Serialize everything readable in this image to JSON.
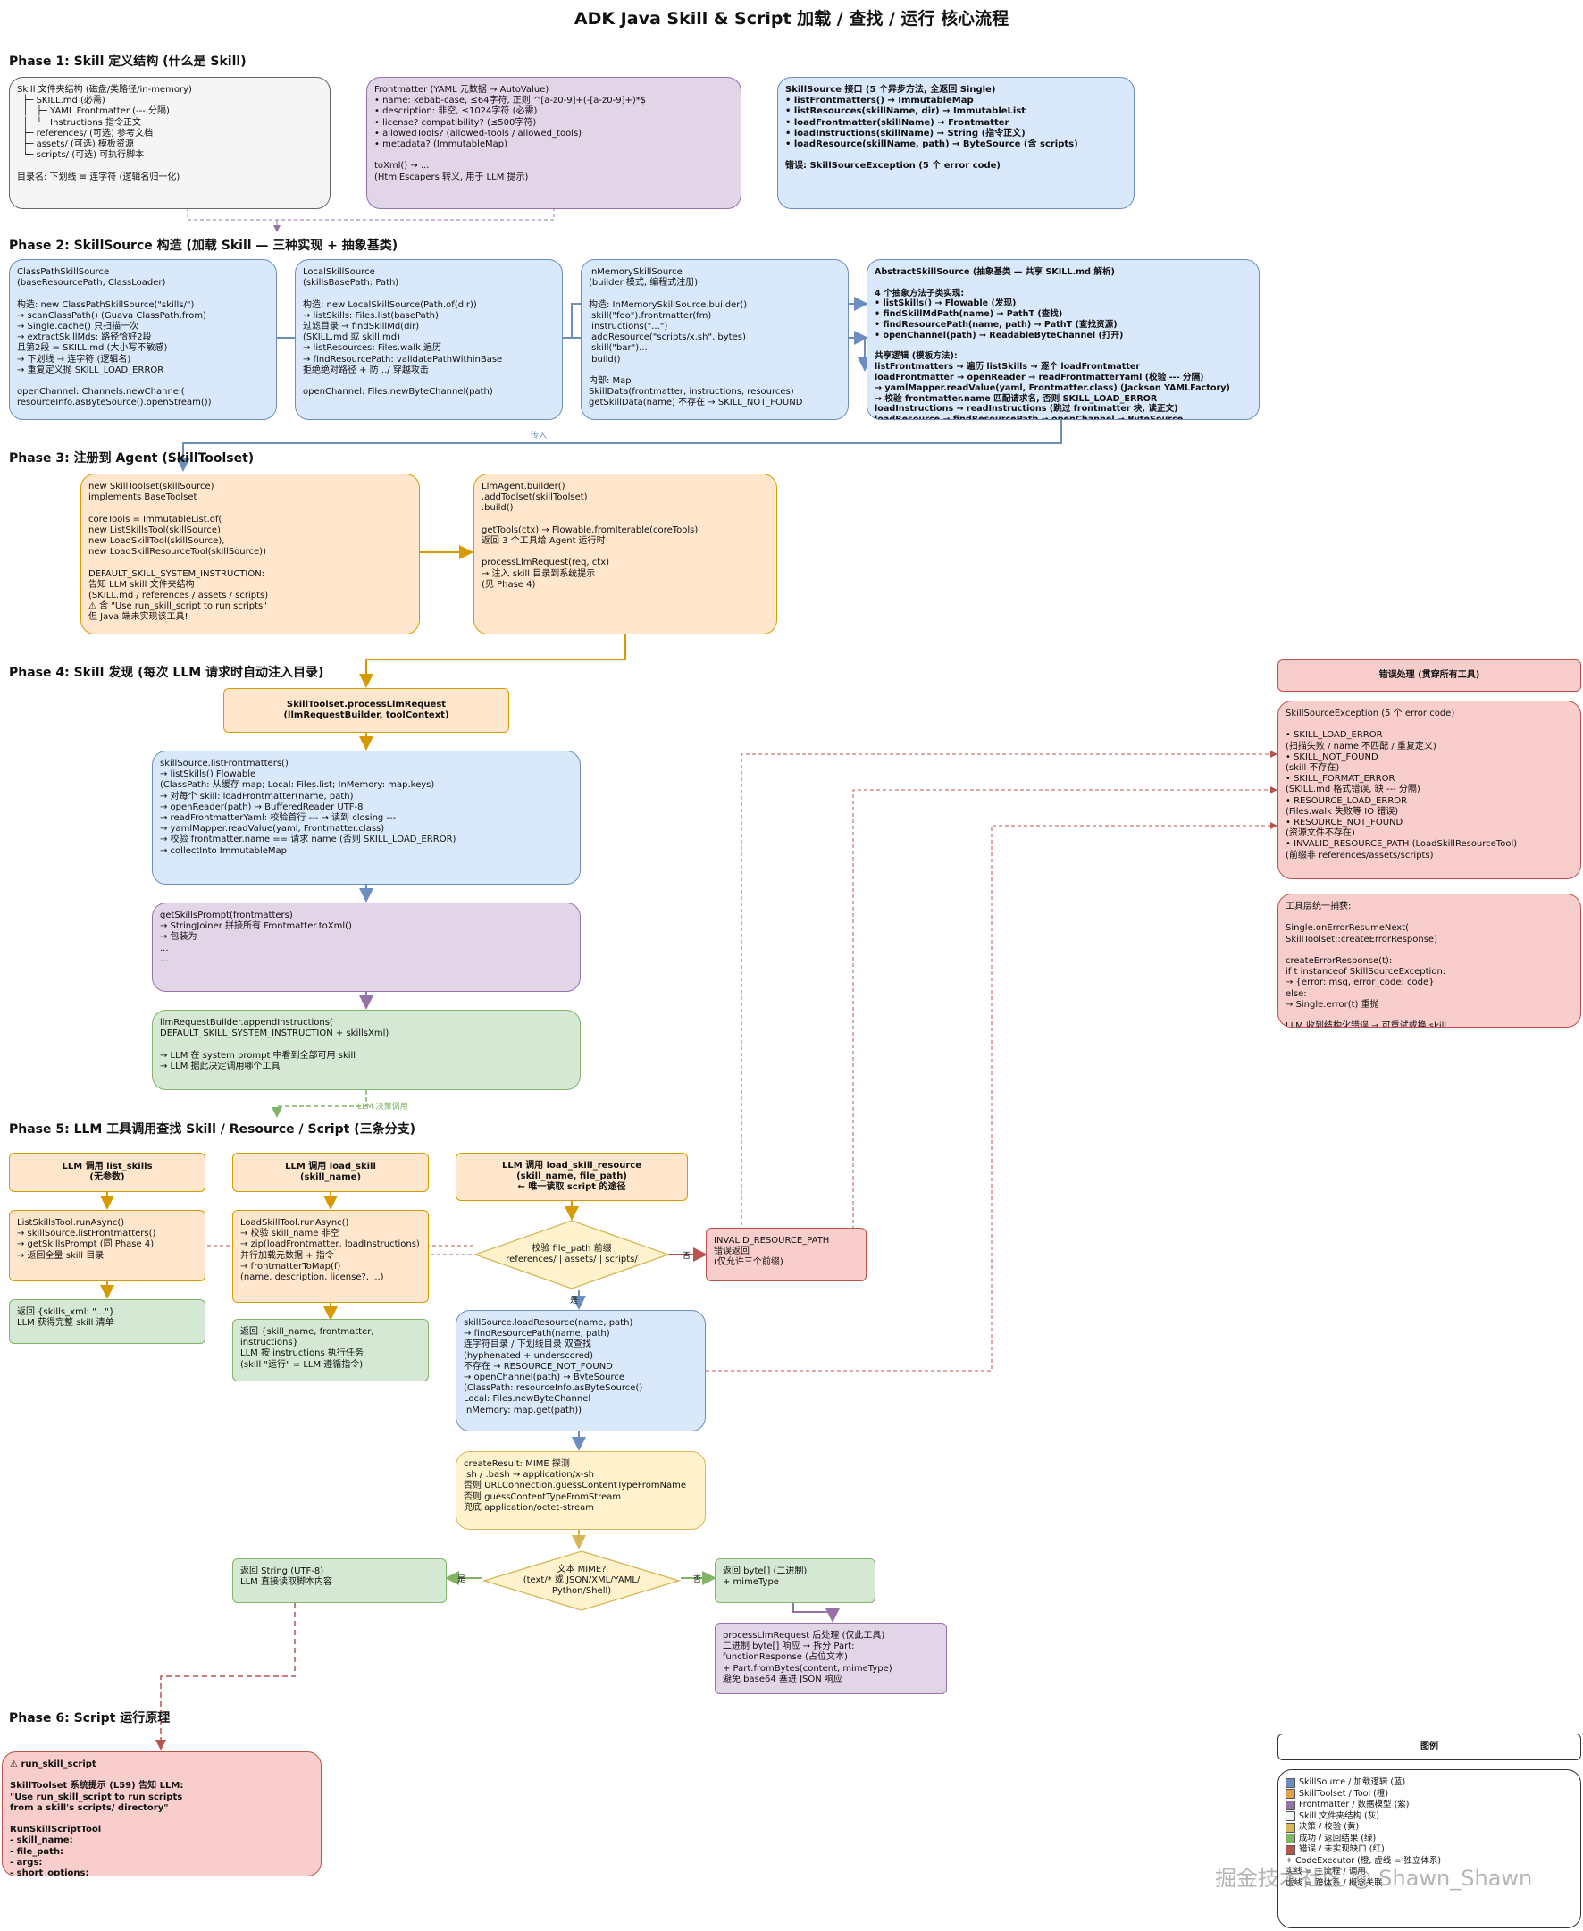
{
  "title": "ADK Java Skill & Script 加载 / 查找 / 运行 核心流程",
  "phases": {
    "p1": "Phase 1: Skill 定义结构 (什么是 Skill)",
    "p2": "Phase 2: SkillSource 构造 (加载 Skill — 三种实现 + 抽象基类)",
    "p3": "Phase 3: 注册到 Agent (SkillToolset)",
    "p4": "Phase 4: Skill 发现 (每次 LLM 请求时自动注入目录)",
    "p5": "Phase 5: LLM 工具调用查找 Skill / Resource / Script (三条分支)",
    "p6": "Phase 6: Script 运行原理"
  },
  "boxes": {
    "skill_folder": "Skill 文件夹结构 (磁盘/类路径/in-memory)\n  ├─ SKILL.md (必需)\n  │   ├─ YAML Frontmatter (--- 分隔)\n  │   └─ Instructions 指令正文\n  ├─ references/ (可选) 参考文档\n  ├─ assets/ (可选) 模板资源\n  └─ scripts/ (可选) 可执行脚本\n\n目录名: 下划线 ≡ 连字符 (逻辑名归一化)",
    "frontmatter": "Frontmatter (YAML 元数据 → AutoValue)\n• name: kebab-case, ≤64字符, 正则 ^[a-z0-9]+(-[a-z0-9]+)*$\n• description: 非空, ≤1024字符 (必需)\n• license? compatibility? (≤500字符)\n• allowedTools? (allowed-tools / allowed_tools)\n• metadata? (ImmutableMap)\n\ntoXml() → ...\n(HtmlEscapers 转义, 用于 LLM 提示)",
    "skillsource_iface": "SkillSource 接口 (5 个异步方法, 全返回 Single)\n• listFrontmatters() → ImmutableMap\n• listResources(skillName, dir) → ImmutableList\n• loadFrontmatter(skillName) → Frontmatter\n• loadInstructions(skillName) → String (指令正文)\n• loadResource(skillName, path) → ByteSource (含 scripts)\n\n错误: SkillSourceException (5 个 error code)",
    "classpath": "ClassPathSkillSource\n(baseResourcePath, ClassLoader)\n\n构造: new ClassPathSkillSource(\"skills/\")\n→ scanClassPath() (Guava ClassPath.from)\n→ Single.cache() 只扫描一次\n→ extractSkillMds: 路径恰好2段\n且第2段 = SKILL.md (大小写不敏感)\n→ 下划线 → 连字符 (逻辑名)\n→ 重复定义抛 SKILL_LOAD_ERROR\n\nopenChannel: Channels.newChannel(\nresourceInfo.asByteSource().openStream())",
    "local": "LocalSkillSource\n(skillsBasePath: Path)\n\n构造: new LocalSkillSource(Path.of(dir))\n→ listSkills: Files.list(basePath)\n过滤目录 → findSkillMd(dir)\n(SKILL.md 或 skill.md)\n→ listResources: Files.walk 遍历\n→ findResourcePath: validatePathWithinBase\n拒绝绝对路径 + 防 ../ 穿越攻击\n\nopenChannel: Files.newByteChannel(path)",
    "inmemory": "InMemorySkillSource\n(builder 模式, 编程式注册)\n\n构造: InMemorySkillSource.builder()\n.skill(\"foo\").frontmatter(fm)\n.instructions(\"...\")\n.addResource(\"scripts/x.sh\", bytes)\n.skill(\"bar\")...\n.build()\n\n内部: Map\nSkillData(frontmatter, instructions, resources)\ngetSkillData(name) 不存在 → SKILL_NOT_FOUND",
    "abstract": "AbstractSkillSource (抽象基类 — 共享 SKILL.md 解析)\n\n4 个抽象方法子类实现:\n• listSkills() → Flowable (发现)\n• findSkillMdPath(name) → PathT (查找)\n• findResourcePath(name, path) → PathT (查找资源)\n• openChannel(path) → ReadableByteChannel (打开)\n\n共享逻辑 (模板方法):\nlistFrontmatters → 遍历 listSkills → 逐个 loadFrontmatter\nloadFrontmatter → openReader → readFrontmatterYaml (校验 --- 分隔)\n→ yamlMapper.readValue(yaml, Frontmatter.class) (Jackson YAMLFactory)\n→ 校验 frontmatter.name 匹配请求名, 否则 SKILL_LOAD_ERROR\nloadInstructions → readInstructions (跳过 frontmatter 块, 读正文)\nloadResource → findResourcePath → openChannel → ByteSource",
    "toolset": "new SkillToolset(skillSource)\nimplements BaseToolset\n\ncoreTools = ImmutableList.of(\nnew ListSkillsTool(skillSource),\nnew LoadSkillTool(skillSource),\nnew LoadSkillResourceTool(skillSource))\n\nDEFAULT_SKILL_SYSTEM_INSTRUCTION:\n告知 LLM skill 文件夹结构\n(SKILL.md / references / assets / scripts)\n⚠ 含 \"Use run_skill_script to run scripts\"\n但 Java 端未实现该工具!",
    "agent": "LlmAgent.builder()\n.addToolset(skillToolset)\n.build()\n\ngetTools(ctx) → Flowable.fromIterable(coreTools)\n返回 3 个工具给 Agent 运行时\n\nprocessLlmRequest(req, ctx)\n→ 注入 skill 目录到系统提示\n(见 Phase 4)",
    "process_req": "SkillToolset.processLlmRequest\n(llmRequestBuilder, toolContext)",
    "list_front": "skillSource.listFrontmatters()\n→ listSkills() Flowable\n(ClassPath: 从缓存 map; Local: Files.list; InMemory: map.keys)\n→ 对每个 skill: loadFrontmatter(name, path)\n→ openReader(path) → BufferedReader UTF-8\n→ readFrontmatterYaml: 校验首行 --- → 读到 closing ---\n→ yamlMapper.readValue(yaml, Frontmatter.class)\n→ 校验 frontmatter.name == 请求 name (否则 SKILL_LOAD_ERROR)\n→ collectInto ImmutableMap",
    "get_prompt": "getSkillsPrompt(frontmatters)\n→ StringJoiner 拼接所有 Frontmatter.toXml()\n→ 包装为\n...\n...",
    "append": "llmRequestBuilder.appendInstructions(\nDEFAULT_SKILL_SYSTEM_INSTRUCTION + skillsXml)\n\n→ LLM 在 system prompt 中看到全部可用 skill\n→ LLM 据此决定调用哪个工具",
    "llm_list": "LLM 调用 list_skills\n(无参数)",
    "llm_load": "LLM 调用 load_skill\n(skill_name)",
    "llm_res": "LLM 调用 load_skill_resource\n(skill_name, file_path)\n← 唯一读取 script 的途径",
    "list_run": "ListSkillsTool.runAsync()\n→ skillSource.listFrontmatters()\n→ getSkillsPrompt (同 Phase 4)\n→ 返回全量 skill 目录",
    "load_run": "LoadSkillTool.runAsync()\n→ 校验 skill_name 非空\n→ zip(loadFrontmatter, loadInstructions)\n并行加载元数据 + 指令\n→ frontmatterToMap(f)\n(name, description, license?, ...)",
    "list_ret": "返回 {skills_xml: \"...\"}\nLLM 获得完整 skill 清单",
    "load_ret": "返回 {skill_name, frontmatter,\ninstructions}\nLLM 按 instructions 执行任务\n(skill \"运行\" = LLM 遵循指令)",
    "diamond_path": "校验 file_path 前缀\nreferences/ | assets/ | scripts/",
    "invalid_path": "INVALID_RESOURCE_PATH\n错误返回\n(仅允许三个前缀)",
    "load_resource": "skillSource.loadResource(name, path)\n→ findResourcePath(name, path)\n连字符目录 / 下划线目录 双查找\n(hyphenated + underscored)\n不存在 → RESOURCE_NOT_FOUND\n→ openChannel(path) → ByteSource\n(ClassPath: resourceInfo.asByteSource()\nLocal: Files.newByteChannel\nInMemory: map.get(path))",
    "create_result": "createResult: MIME 探测\n.sh / .bash → application/x-sh\n否则 URLConnection.guessContentTypeFromName\n否则 guessContentTypeFromStream\n兜底 application/octet-stream",
    "diamond_mime": "文本 MIME?\n(text/* 或 JSON/XML/YAML/\nPython/Shell)",
    "ret_string": "返回 String (UTF-8)\nLLM 直接读取脚本内容",
    "ret_bytes": "返回 byte[] (二进制)\n+ mimeType",
    "post_process": "processLlmRequest 后处理 (仅此工具)\n二进制 byte[] 响应 → 拆分 Part:\nfunctionResponse (占位文本)\n+ Part.fromBytes(content, mimeType)\n避免 base64 塞进 JSON 响应",
    "run_script": "⚠ run_skill_script\n\nSkillToolset 系统提示 (L59) 告知 LLM:\n\"Use run_skill_script to run scripts\nfrom a skill's scripts/ directory\"\n\nRunSkillScriptTool\n- skill_name:\n- file_path:\n- args:\n- short_options:\n- positional_args",
    "err_header": "错误处理 (贯穿所有工具)",
    "err_codes": "SkillSourceException (5 个 error code)\n\n• SKILL_LOAD_ERROR\n(扫描失败 / name 不匹配 / 重复定义)\n• SKILL_NOT_FOUND\n(skill 不存在)\n• SKILL_FORMAT_ERROR\n(SKILL.md 格式错误, 缺 --- 分隔)\n• RESOURCE_LOAD_ERROR\n(Files.walk 失败等 IO 错误)\n• RESOURCE_NOT_FOUND\n(资源文件不存在)\n• INVALID_RESOURCE_PATH (LoadSkillResourceTool)\n(前缀非 references/assets/scripts)",
    "err_catch": "工具层统一捕获:\n\nSingle.onErrorResumeNext(\nSkillToolset::createErrorResponse)\n\ncreateErrorResponse(t):\nif t instanceof SkillSourceException:\n→ {error: msg, error_code: code}\nelse:\n→ Single.error(t) 重抛\n\nLLM 收到结构化错误 → 可重试或换 skill",
    "legend_title": "图例"
  },
  "labels": {
    "pass_in": "传入",
    "llm_decide": "LLM 决策调用",
    "no1": "否",
    "yes1": "是",
    "yes2": "是",
    "no2": "否"
  },
  "legend": [
    {
      "color": "#6c8ebf",
      "text": "SkillSource / 加载逻辑 (蓝)"
    },
    {
      "color": "#e3a04a",
      "text": "SkillToolset / Tool (橙)"
    },
    {
      "color": "#9673a6",
      "text": "Frontmatter / 数据模型 (紫)"
    },
    {
      "color": "#f5f5f5",
      "text": "Skill 文件夹结构 (灰)"
    },
    {
      "color": "#d6b656",
      "text": "决策 / 校验 (黄)"
    },
    {
      "color": "#82b366",
      "text": "成功 / 返回结果 (绿)"
    },
    {
      "color": "#b85450",
      "text": "错误 / 未实现缺口 (红)"
    },
    {
      "color": "",
      "text": "✧ CodeExecutor (橙, 虚线 = 独立体系)"
    },
    {
      "color": "",
      "text": "实线 = 主流程 / 调用"
    },
    {
      "color": "",
      "text": "虚线 = 跨体系 / 概念关联"
    }
  ],
  "watermark": "掘金技术社区 @ Shawn_Shawn"
}
